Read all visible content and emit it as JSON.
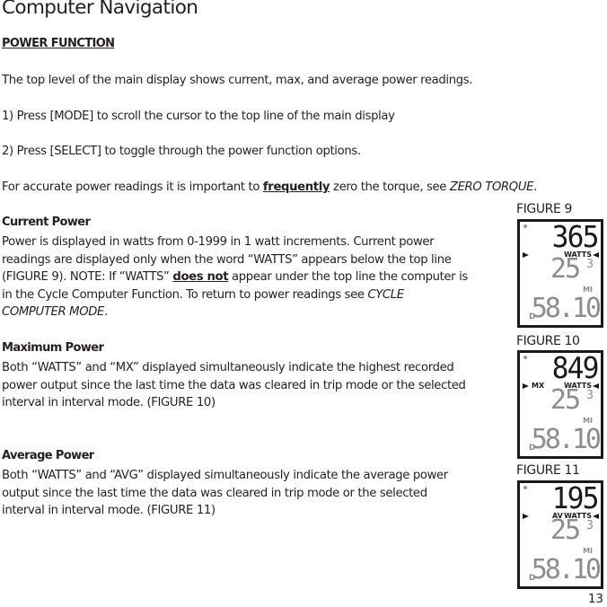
{
  "page": {
    "title": "Computer Navigation",
    "number": "13"
  },
  "sections": {
    "power_function": {
      "heading": "POWER FUNCTION",
      "intro": "The top level of the main display shows current, max, and average power readings.",
      "step1": "1) Press [MODE] to scroll the cursor to the top line of the main display",
      "step2": "2) Press [SELECT] to toggle through the power function options.",
      "accuracy_pre": "For accurate power readings it is important to ",
      "accuracy_emph": "frequently",
      "accuracy_mid": " zero the torque, see ",
      "accuracy_ref": "ZERO TORQUE",
      "accuracy_post": "."
    },
    "current_power": {
      "heading": "Current Power",
      "line1": "Power is displayed in watts from 0-1999 in 1 watt increments.  Current power",
      "line2": "readings are displayed only when the word “WATTS” appears below the top line",
      "line3_pre": "(FIGURE 9).  NOTE: If “WATTS” ",
      "line3_emph": "does not",
      "line3_post": " appear under the top line the computer is",
      "line4_pre": "in the Cycle Computer Function. To return to power readings see ",
      "line4_ref": "CYCLE",
      "line5_ref": "COMPUTER MODE",
      "line5_post": "."
    },
    "maximum_power": {
      "heading": "Maximum Power",
      "line1": "Both “WATTS” and “MX” displayed simultaneously indicate the highest recorded",
      "line2": "power output since the last time the data was cleared in trip mode or the selected",
      "line3": "interval in interval mode. (FIGURE 10)"
    },
    "average_power": {
      "heading": "Average Power",
      "line1": "Both “WATTS” and “AVG” displayed simultaneously indicate the average power",
      "line2": "output since the last time the data was cleared in trip mode or the selected",
      "line3": "interval in interval mode. (FIGURE 11)"
    }
  },
  "figures": [
    {
      "label": "FIGURE 9",
      "top_value": "365",
      "mode_label": "",
      "unit": "WATTS",
      "mid_value": "25",
      "mid_sup": "3",
      "mid_unit": "MI",
      "bottom_value": "58.10",
      "corner_label": "D"
    },
    {
      "label": "FIGURE 10",
      "top_value": "849",
      "mode_label": "MX",
      "unit": "WATTS",
      "mid_value": "25",
      "mid_sup": "3",
      "mid_unit": "MI",
      "bottom_value": "58.10",
      "corner_label": "D"
    },
    {
      "label": "FIGURE 11",
      "top_value": "195",
      "mode_label": "AV",
      "unit": "WATTS",
      "mid_value": "25",
      "mid_sup": "3",
      "mid_unit": "MI",
      "bottom_value": "58.10",
      "corner_label": "D"
    }
  ]
}
